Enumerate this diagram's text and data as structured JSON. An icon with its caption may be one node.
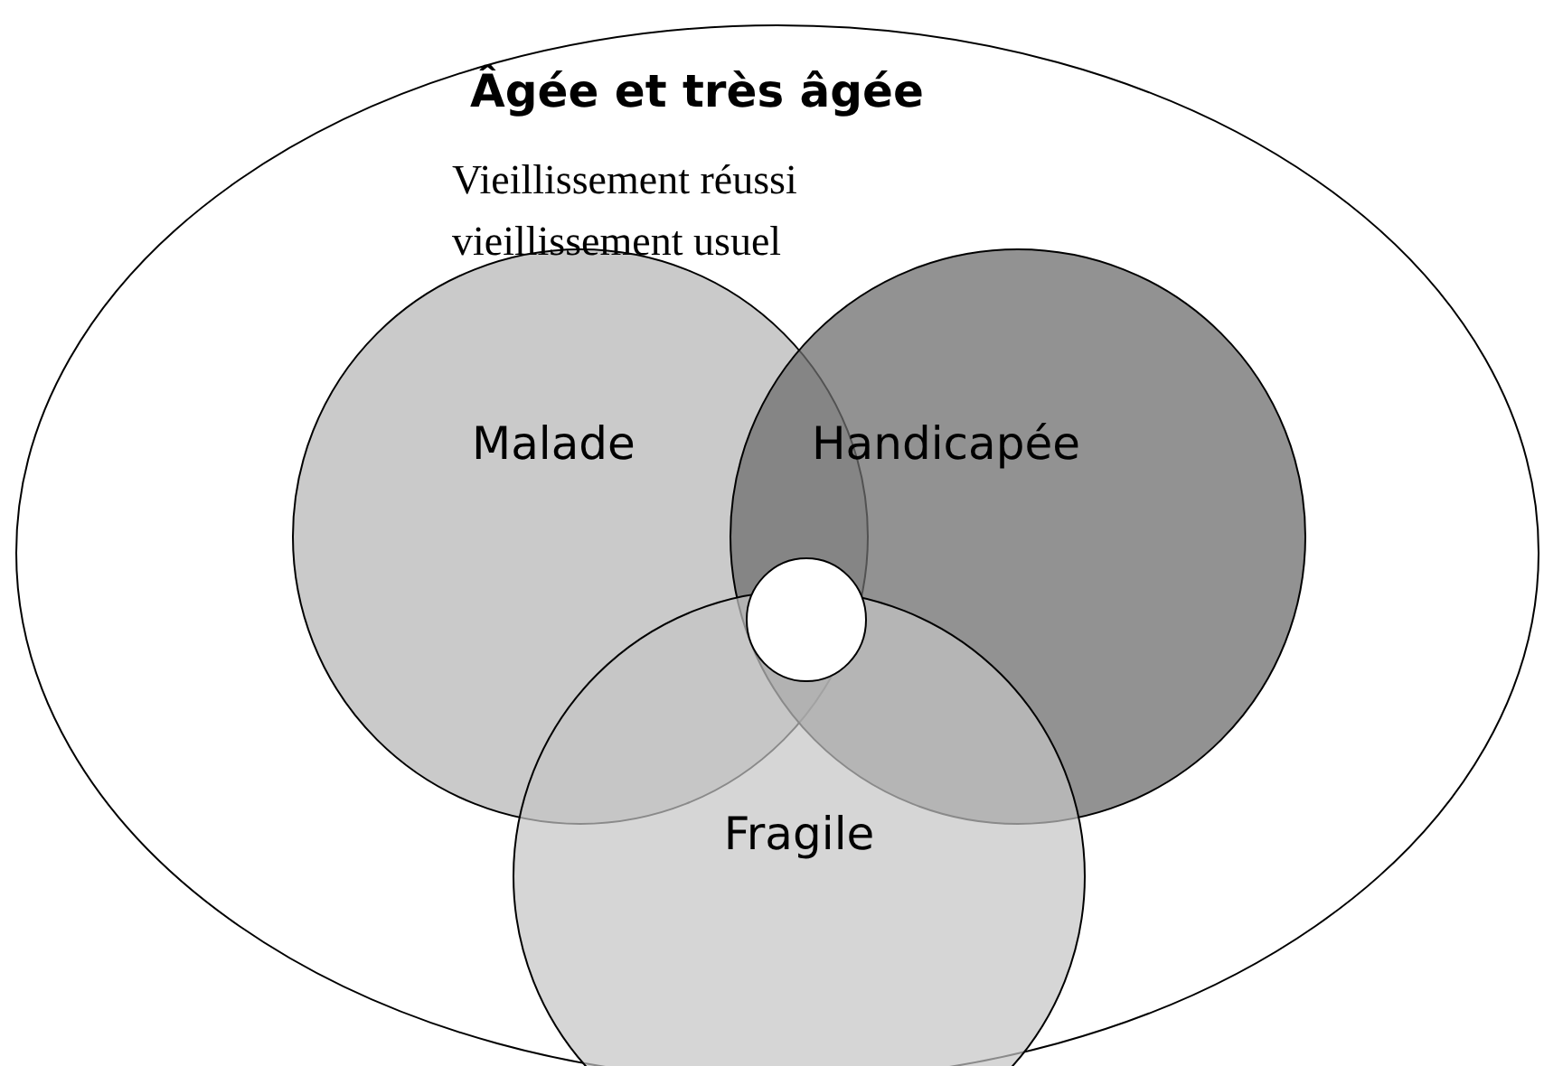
{
  "diagram": {
    "nodes": [
      {
        "text": [
          "Âgée et très âgée",
          "Vieillissement réussi vieillissement usuel"
        ]
      },
      {
        "text": [
          "Malade"
        ],
        "in": 0
      },
      {
        "text": [
          "Handicapée"
        ],
        "in": 0
      },
      {
        "text": [
          "Fragile"
        ],
        "in": 0
      },
      {
        "text": [],
        "shape": "circle"
      }
    ]
  }
}
